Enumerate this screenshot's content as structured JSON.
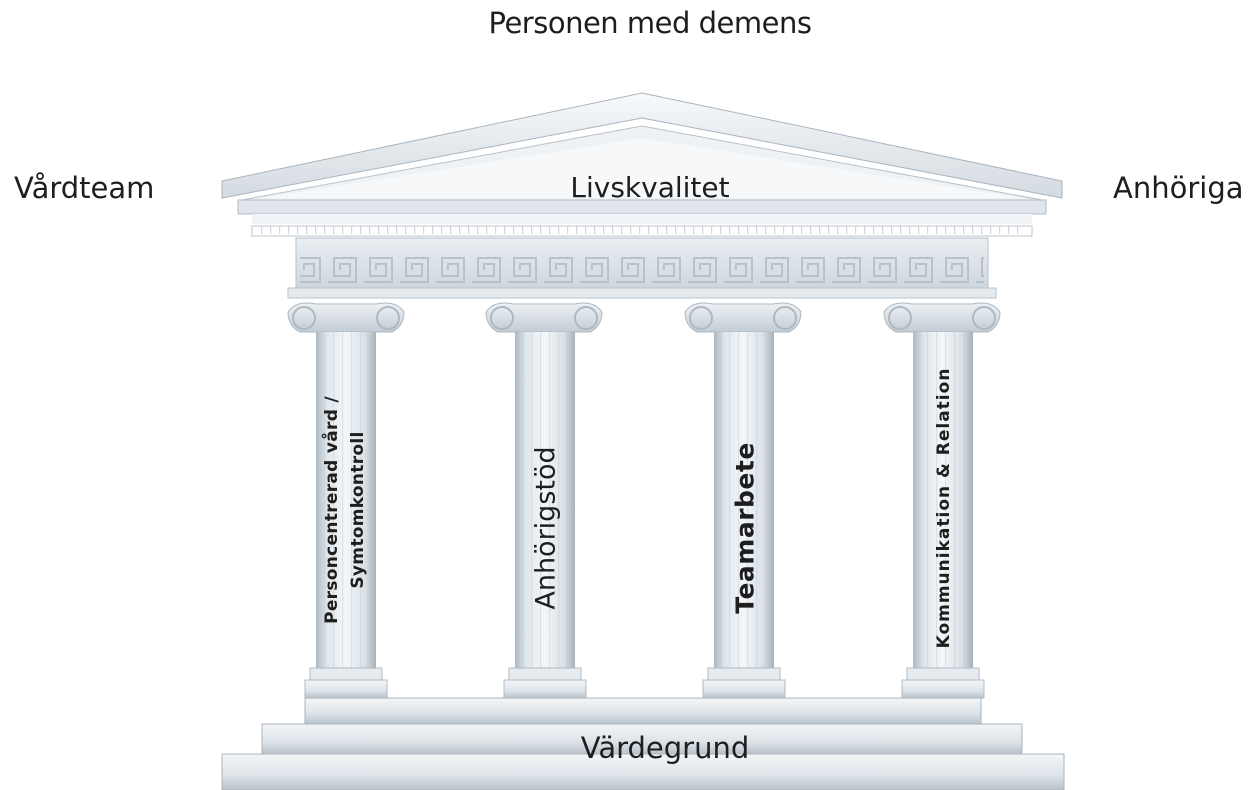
{
  "diagram": {
    "top_label": "Personen med demens",
    "left_label": "Vårdteam",
    "right_label": "Anhöriga",
    "roof_label": "Livskvalitet",
    "base_label": "Värdegrund",
    "pillars": [
      {
        "line1": "Personcentrerad vård /",
        "line2": "Symtomkontroll"
      },
      {
        "line1": "Anhörigstöd"
      },
      {
        "line1": "Teamarbete"
      },
      {
        "line1": "Kommunikation & Relation"
      }
    ]
  },
  "colors": {
    "stone_light": "#eef2f5",
    "stone_mid": "#d6dde3",
    "stone_dark": "#a9b3bc",
    "text": "#1e1e1e"
  }
}
